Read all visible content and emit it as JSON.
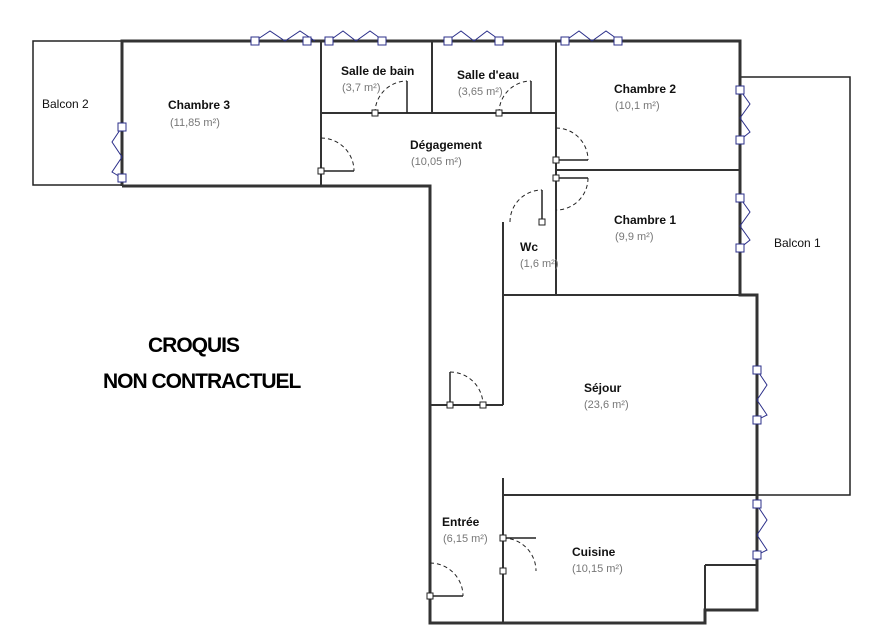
{
  "rooms": {
    "chambre3": {
      "name": "Chambre 3",
      "area": "(11,85 m²)"
    },
    "salle_de_bain": {
      "name": "Salle de bain",
      "area": "(3,7 m²)"
    },
    "salle_eau": {
      "name": "Salle d'eau",
      "area": "(3,65 m²)"
    },
    "chambre2": {
      "name": "Chambre 2",
      "area": "(10,1 m²)"
    },
    "degagement": {
      "name": "Dégagement",
      "area": "(10,05 m²)"
    },
    "chambre1": {
      "name": "Chambre 1",
      "area": "(9,9 m²)"
    },
    "wc": {
      "name": "Wc",
      "area": "(1,6 m²)"
    },
    "sejour": {
      "name": "Séjour",
      "area": "(23,6 m²)"
    },
    "entree": {
      "name": "Entrée",
      "area": "(6,15 m²)"
    },
    "cuisine": {
      "name": "Cuisine",
      "area": "(10,15 m²)"
    }
  },
  "balconies": {
    "balcon1": "Balcon 1",
    "balcon2": "Balcon 2"
  },
  "disclaimer": {
    "line1": "CROQUIS",
    "line2": "NON CONTRACTUEL"
  }
}
